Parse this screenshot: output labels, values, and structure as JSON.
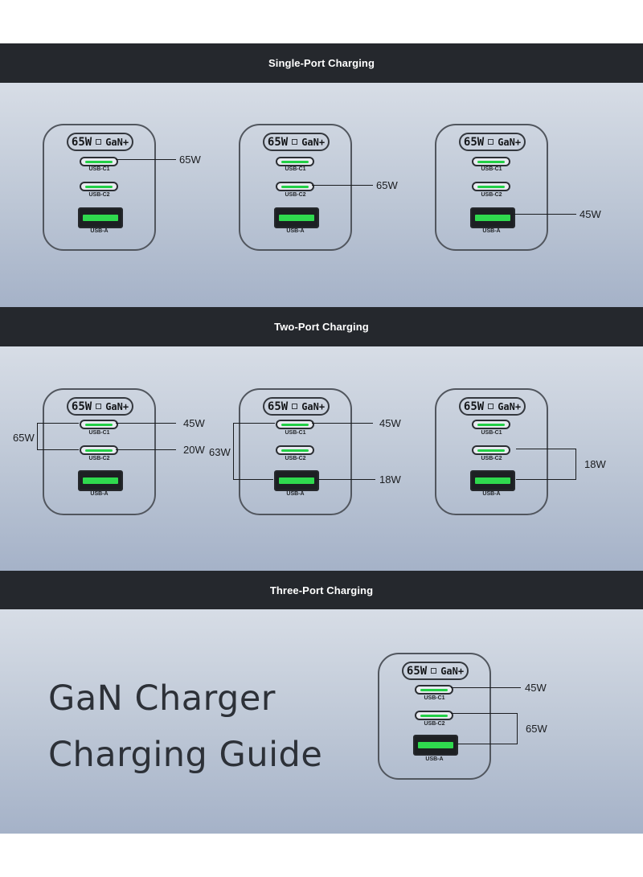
{
  "sections": [
    {
      "title": "Single-Port Charging"
    },
    {
      "title": "Two-Port Charging"
    },
    {
      "title": "Three-Port Charging"
    }
  ],
  "charger": {
    "chip_power": "65W",
    "chip_brand": "GaN+",
    "port_c1": "USB-C1",
    "port_c2": "USB-C2",
    "port_a": "USB-A"
  },
  "single_port": {
    "c1": "65W",
    "c2": "65W",
    "a": "45W"
  },
  "two_port": {
    "c1_c2": {
      "total": "65W",
      "c1": "45W",
      "c2": "20W"
    },
    "c1_a": {
      "total": "63W",
      "c1": "45W",
      "a": "18W"
    },
    "c2_a": {
      "total": "18W"
    }
  },
  "three_port": {
    "c1": "45W",
    "c2_a": "65W"
  },
  "heading": {
    "line1": "GaN Charger",
    "line2": "Charging Guide"
  },
  "colors": {
    "bar": "#25282d",
    "led": "#22d046",
    "panel_top": "#d7dde6",
    "panel_bottom": "#a5b2c8"
  }
}
